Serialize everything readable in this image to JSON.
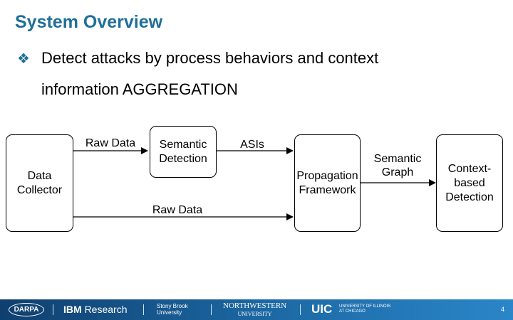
{
  "title": "System Overview",
  "bullet": {
    "icon": "diamond-bullet-icon",
    "line1": "Detect attacks by process behaviors and context",
    "line2": "information AGGREGATION"
  },
  "diagram": {
    "nodes": {
      "data_collector": "Data\nCollector",
      "semantic_detection": "Semantic\nDetection",
      "propagation_framework": "Propagation\nFramework",
      "context_detection": "Context-\nbased\nDetection"
    },
    "edges": {
      "raw_data_top": "Raw Data",
      "asis": "ASIs",
      "raw_data_bottom": "Raw Data",
      "semantic_graph": "Semantic\nGraph"
    }
  },
  "footer": {
    "darpa": "DARPA",
    "ibm_a": "IBM ",
    "ibm_b": "Research",
    "stony_brook": "Stony Brook\nUniversity",
    "northwestern_a": "NORTHWESTERN",
    "northwestern_b": "UNIVERSITY",
    "uic": "UIC",
    "uic_sub": "UNIVERSITY OF ILLINOIS\nAT CHICAGO",
    "page_number": "4"
  },
  "colors": {
    "title": "#1f6f98",
    "footer": "#1d6aa6"
  }
}
